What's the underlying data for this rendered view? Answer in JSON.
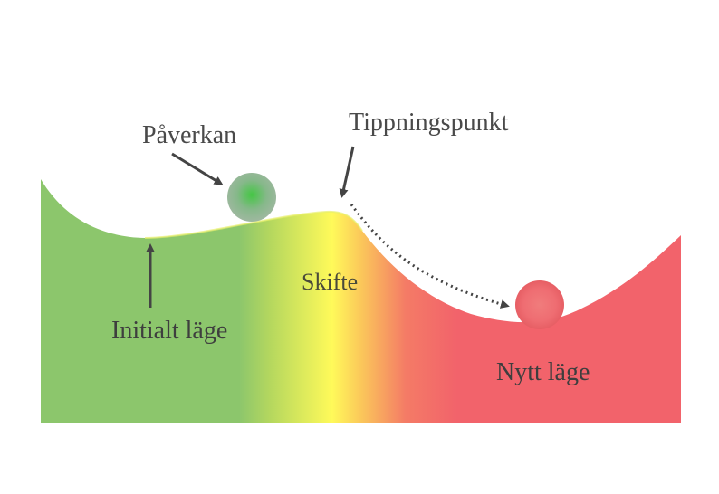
{
  "labels": {
    "paverkan": "Påverkan",
    "tippningspunkt": "Tippningspunkt",
    "skifte": "Skifte",
    "initialt": "Initialt läge",
    "nytt": "Nytt läge"
  },
  "colors": {
    "green": "#8cc66c",
    "yellow": "#fffa5a",
    "red": "#f2636b",
    "initial_ball": "#4fc14f",
    "new_ball": "#f0606a",
    "text": "#4a4a4a",
    "arrow": "#444444"
  }
}
